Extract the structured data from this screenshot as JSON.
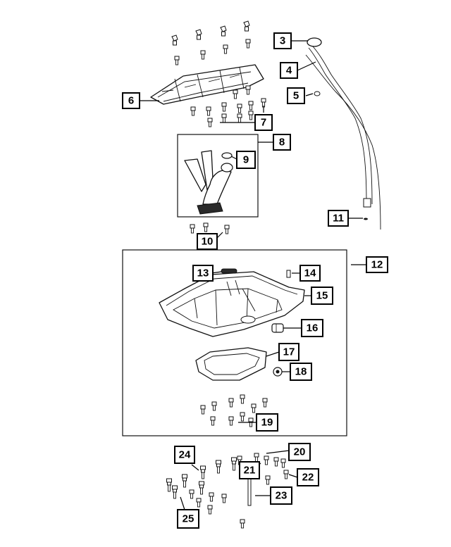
{
  "diagram": {
    "callouts": {
      "c3": "3",
      "c4": "4",
      "c5": "5",
      "c6": "6",
      "c7": "7",
      "c8": "8",
      "c9": "9",
      "c10": "10",
      "c11": "11",
      "c12": "12",
      "c13": "13",
      "c14": "14",
      "c15": "15",
      "c16": "16",
      "c17": "17",
      "c18": "18",
      "c19": "19",
      "c20": "20",
      "c21": "21",
      "c22": "22",
      "c23": "23",
      "c24": "24",
      "c25": "25"
    }
  }
}
